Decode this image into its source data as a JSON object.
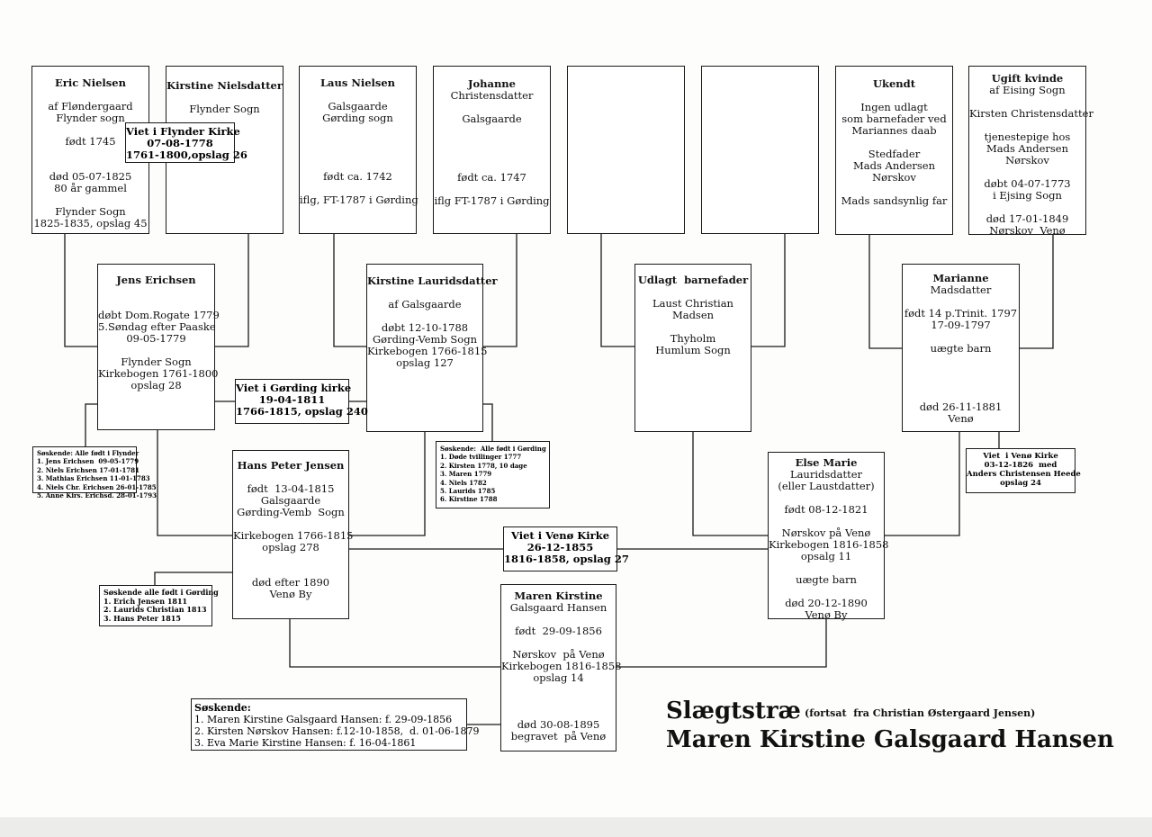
{
  "title": "Slægtstræ",
  "subtitle": "Maren Kirstine Galsgaard Hansen",
  "title_note": "(fortsat  fra Christian Østergaard Jensen)",
  "people": [
    {
      "id": "eric",
      "lines": [
        "Eric Nielsen",
        "",
        "af Fløndergaard",
        "Flynder sogn",
        "",
        "født 1745",
        "",
        "",
        "død 05-07-1825",
        "80 år gammel",
        "",
        "Flynder Sogn",
        "1825-1835, opslag 45"
      ]
    },
    {
      "id": "kirstine_n",
      "lines": [
        "Kirstine Nielsdatter",
        "",
        "Flynder Sogn"
      ]
    },
    {
      "id": "laus",
      "lines": [
        "Laus Nielsen",
        "",
        "Galsgaarde",
        "Gørding sogn",
        "",
        "",
        "",
        "",
        "født ca. 1742",
        "",
        "iflg, FT-1787 i Gørding"
      ]
    },
    {
      "id": "johanne",
      "lines": [
        "Johanne",
        "Christensdatter",
        "",
        "Galsgaarde",
        "",
        "",
        "",
        "",
        "født ca. 1747",
        "",
        "iflg FT-1787 i Gørding"
      ]
    },
    {
      "id": "empty1",
      "lines": []
    },
    {
      "id": "empty2",
      "lines": []
    },
    {
      "id": "ukendt",
      "lines": [
        "Ukendt",
        "",
        "Ingen udlagt",
        "som barnefader ved",
        "Mariannes daab",
        "",
        "Stedfader",
        "Mads Andersen",
        "Nørskov",
        "",
        "Mads sandsynlig far"
      ]
    },
    {
      "id": "ugift",
      "lines": [
        "Ugift kvinde",
        "af Eising Sogn",
        "",
        "Kirsten Christensdatter",
        "",
        "tjenestepige hos",
        "Mads Andersen",
        "Nørskov",
        "",
        "døbt 04-07-1773",
        "i Ejsing Sogn",
        "",
        "død 17-01-1849",
        "Nørskov  Venø"
      ]
    },
    {
      "id": "jens",
      "lines": [
        "Jens Erichsen",
        "",
        "",
        "døbt Dom.Rogate 1779",
        "5.Søndag efter Paaske",
        "09-05-1779",
        "",
        "Flynder Sogn",
        "Kirkebogen 1761-1800",
        "opslag 28"
      ]
    },
    {
      "id": "kirstine_l",
      "lines": [
        "Kirstine Lauridsdatter",
        "",
        "af Galsgaarde",
        "",
        "døbt 12-10-1788",
        "Gørding-Vemb Sogn",
        "Kirkebogen 1766-1815",
        "opslag 127"
      ]
    },
    {
      "id": "laust",
      "lines": [
        "Udlagt  barnefader",
        "",
        "Laust Christian",
        "Madsen",
        "",
        "Thyholm",
        "Humlum Sogn"
      ]
    },
    {
      "id": "marianne",
      "lines": [
        "Marianne",
        "Madsdatter",
        "",
        "født 14 p.Trinit. 1797",
        "17-09-1797",
        "",
        "uægte barn",
        "",
        "",
        "",
        "",
        "død 26-11-1881",
        "Venø"
      ]
    },
    {
      "id": "hans",
      "lines": [
        "Hans Peter Jensen",
        "",
        "født  13-04-1815",
        "Galsgaarde",
        "Gørding-Vemb  Sogn",
        "",
        "Kirkebogen 1766-1815",
        "opslag 278",
        "",
        "",
        "død efter 1890",
        "Venø By"
      ]
    },
    {
      "id": "else",
      "lines": [
        "Else Marie",
        "Lauridsdatter",
        "(eller Laustdatter)",
        "",
        "født 08-12-1821",
        "",
        "Nørskov på Venø",
        "Kirkebogen 1816-1858",
        "opsalg 11",
        "",
        "uægte barn",
        "",
        "død 20-12-1890",
        "Venø By"
      ]
    },
    {
      "id": "maren",
      "lines": [
        "Maren Kirstine",
        "Galsgaard Hansen",
        "",
        "født  29-09-1856",
        "",
        "Nørskov  på Venø",
        "Kirkebogen 1816-1858",
        "opslag 14",
        "",
        "",
        "",
        "død 30-08-1895",
        "begravet  på Venø"
      ]
    }
  ],
  "marriages": [
    {
      "id": "m_flynder",
      "lines": [
        "Viet i Flynder Kirke",
        "07-08-1778",
        "1761-1800,opslag 26"
      ]
    },
    {
      "id": "m_gording",
      "lines": [
        "Viet i Gørding kirke",
        "19-04-1811",
        "1766-1815, opslag 240"
      ]
    },
    {
      "id": "m_veno1",
      "lines": [
        "Viet i Venø Kirke",
        "26-12-1855",
        "1816-1858, opslag 27"
      ]
    },
    {
      "id": "m_veno2",
      "lines": [
        "Viet  i Venø Kirke",
        "03-12-1826  med",
        "Anders Christensen Heede",
        "opslag 24"
      ]
    }
  ],
  "siblings": [
    {
      "id": "s_jens",
      "lines": [
        "Søskende: Alle født i Flynder",
        "1. Jens Erichsen  09-05-1779",
        "2. Niels Erichsen 17-01-1781",
        "3. Mathias Erichsen 11-01-1783",
        "4. Niels Chr. Erichsen 26-01-1785",
        "5. Anne Kirs. Erichsd. 28-01-1793"
      ]
    },
    {
      "id": "s_kirstine",
      "lines": [
        "Søskende:  Alle født i Gørding",
        "1. Døde tvillinger 1777",
        "2. Kirsten 1778, 10 dage",
        "3. Maren 1779",
        "4. Niels 1782",
        "5. Laurids 1785",
        "6. Kirstine 1788"
      ]
    },
    {
      "id": "s_hans",
      "lines": [
        "Søskende alle født i Gørding",
        "1. Erich Jensen 1811",
        "2. Laurids Christian 1813",
        "3. Hans Peter 1815"
      ]
    },
    {
      "id": "s_maren",
      "lines": [
        "Søskende:",
        "1. Maren Kirstine Galsgaard Hansen: f. 29-09-1856",
        "2. Kirsten Nørskov Hansen: f.12-10-1858,  d. 01-06-1879",
        "3. Eva Marie Kirstine Hansen: f. 16-04-1861"
      ]
    }
  ]
}
